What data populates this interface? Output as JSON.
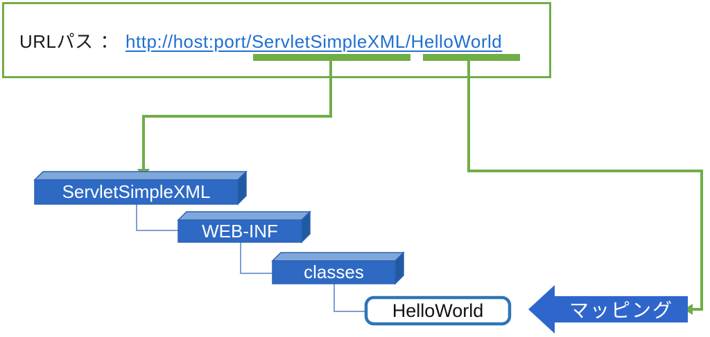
{
  "diagram": {
    "url_box": {
      "label": "URLパス",
      "separator": "：",
      "url": "http://host:port/ServletSimpleXML/HelloWorld"
    },
    "highlighted_url_segments": [
      "ServletSimpleXML",
      "HelloWorld"
    ],
    "tree": {
      "folders": [
        {
          "name": "ServletSimpleXML"
        },
        {
          "name": "WEB-INF"
        },
        {
          "name": "classes"
        }
      ],
      "file": {
        "name": "HelloWorld"
      }
    },
    "mapping_arrow": {
      "label": "マッピング"
    },
    "colors": {
      "green": "#70AD47",
      "link_blue": "#1E6FD0",
      "box_front_blue": "#2E6AC4",
      "box_top_blue": "#7FA7DB",
      "box_side_blue": "#2159A3",
      "file_border_blue": "#2E75B6",
      "connector_blue": "#7C9FD6",
      "arrow_blue": "#2F66CC"
    }
  }
}
